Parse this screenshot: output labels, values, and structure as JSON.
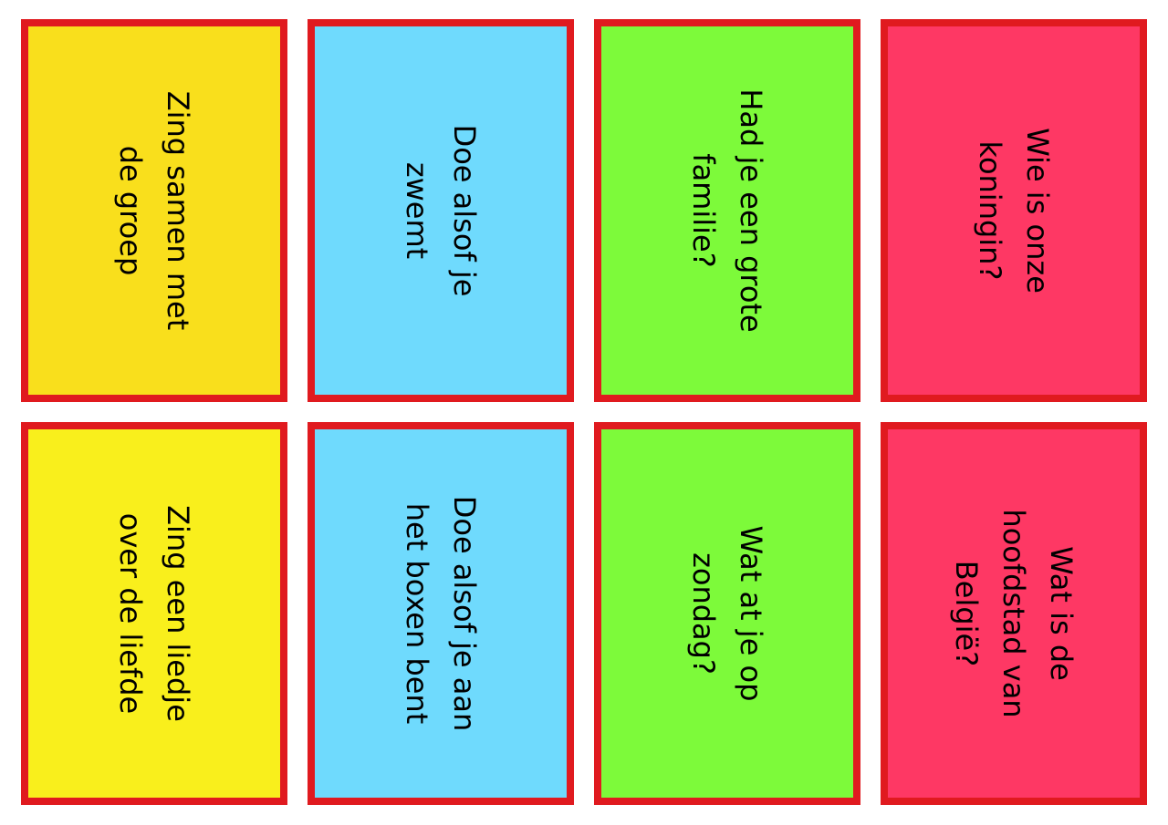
{
  "cards": [
    {
      "text": "Zing samen met de groep",
      "color": "#f9df1c"
    },
    {
      "text": "Doe alsof je zwemt",
      "color": "#6fdafd"
    },
    {
      "text": "Had je een grote familie?",
      "color": "#7dfa3a"
    },
    {
      "text": "Wie is onze koningin?",
      "color": "#fe3864"
    },
    {
      "text": "Zing een liedje over de liefde",
      "color": "#f9ef1c"
    },
    {
      "text": "Doe alsof je aan het boxen bent",
      "color": "#6fdafd"
    },
    {
      "text": "Wat at je op zondag?",
      "color": "#7dfa3a"
    },
    {
      "text": "Wat is de hoofdstad van België?",
      "color": "#fe3864"
    }
  ],
  "border_color": "#e01a1f"
}
